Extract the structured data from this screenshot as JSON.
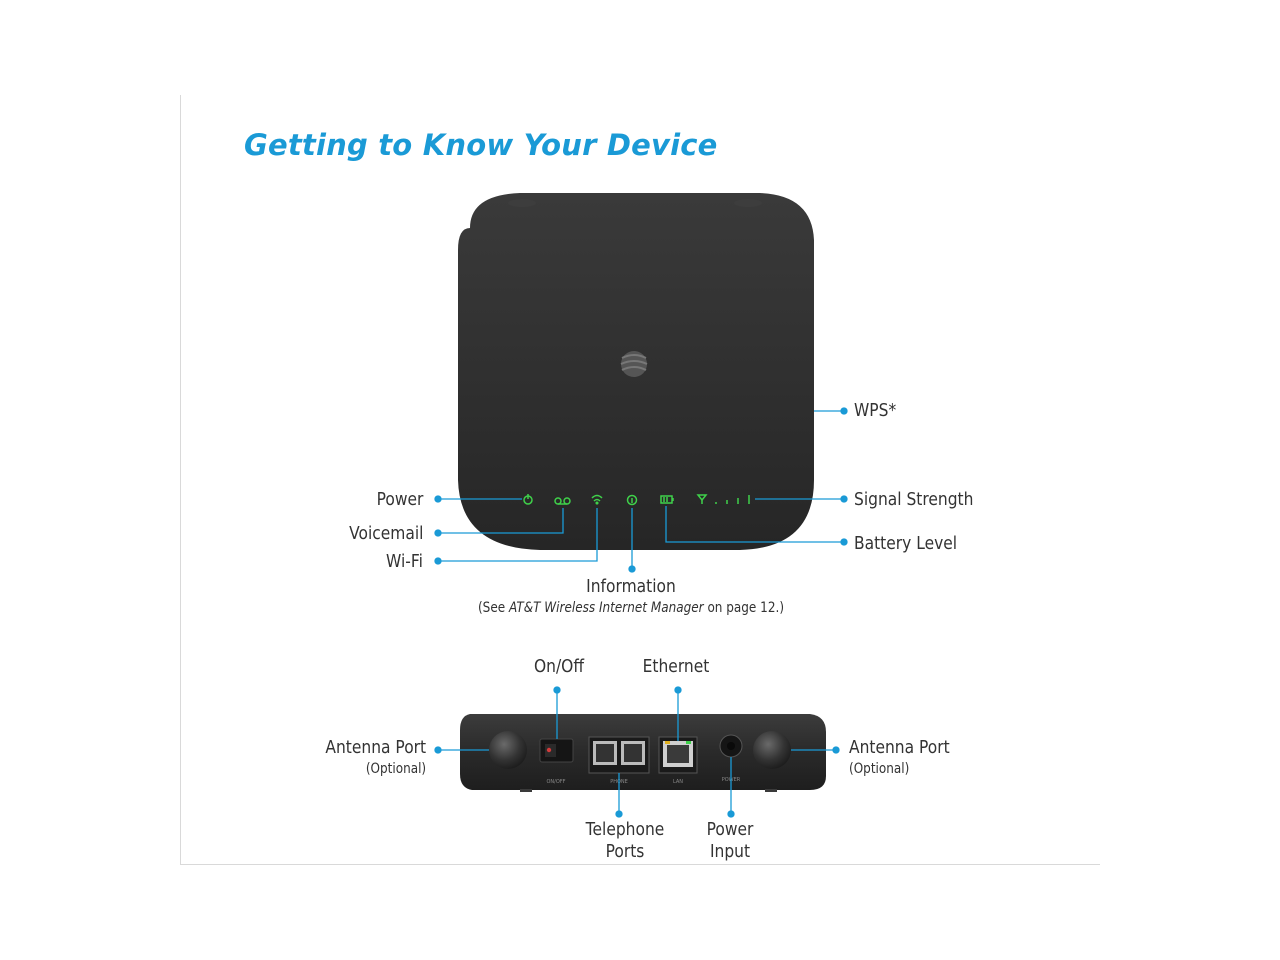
{
  "title": "Getting to Know Your Device",
  "top_view": {
    "labels": {
      "wps": "WPS*",
      "power": "Power",
      "voicemail": "Voicemail",
      "wifi": "Wi-Fi",
      "information": "Information",
      "information_note_prefix": "(See ",
      "information_note_italic": "AT&T Wireless Internet Manager",
      "information_note_suffix": " on page 12.)",
      "signal_strength": "Signal Strength",
      "battery_level": "Battery Level"
    }
  },
  "rear_view": {
    "labels": {
      "on_off": "On/Off",
      "ethernet": "Ethernet",
      "antenna_port_left": "Antenna Port",
      "antenna_port_left_note": "(Optional)",
      "antenna_port_right": "Antenna Port",
      "antenna_port_right_note": "(Optional)",
      "telephone_ports_line1": "Telephone",
      "telephone_ports_line2": "Ports",
      "power_input_line1": "Power",
      "power_input_line2": "Input"
    },
    "port_silkscreen": {
      "on_off": "ON/OFF",
      "phone": "PHONE",
      "lan": "LAN",
      "power": "POWER"
    }
  },
  "colors": {
    "accent": "#1a9ad6",
    "device_body": "#2f2f2f",
    "led_green": "#3fd14a",
    "callout": "#1a9ad6"
  }
}
